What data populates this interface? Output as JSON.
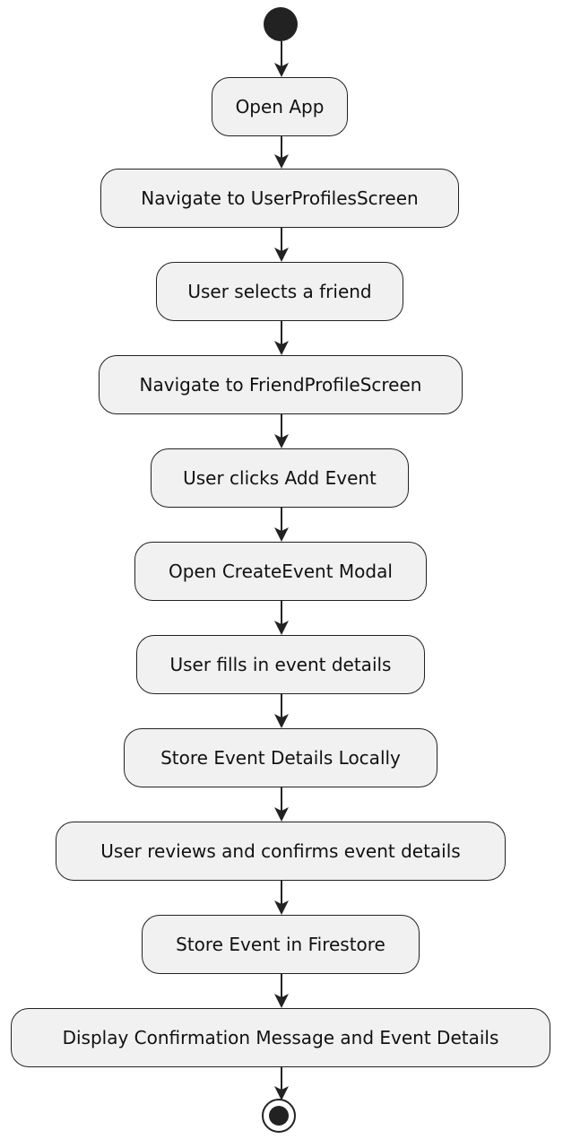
{
  "diagram": {
    "steps": [
      "Open App",
      "Navigate to UserProfilesScreen",
      "User selects a friend",
      "Navigate to FriendProfileScreen",
      "User clicks Add Event",
      "Open CreateEvent Modal",
      "User fills in event details",
      "Store Event Details Locally",
      "User reviews and confirms event details",
      "Store Event in Firestore",
      "Display Confirmation Message and Event Details"
    ],
    "colors": {
      "node_fill": "#f1f1f1",
      "stroke": "#222222"
    }
  }
}
